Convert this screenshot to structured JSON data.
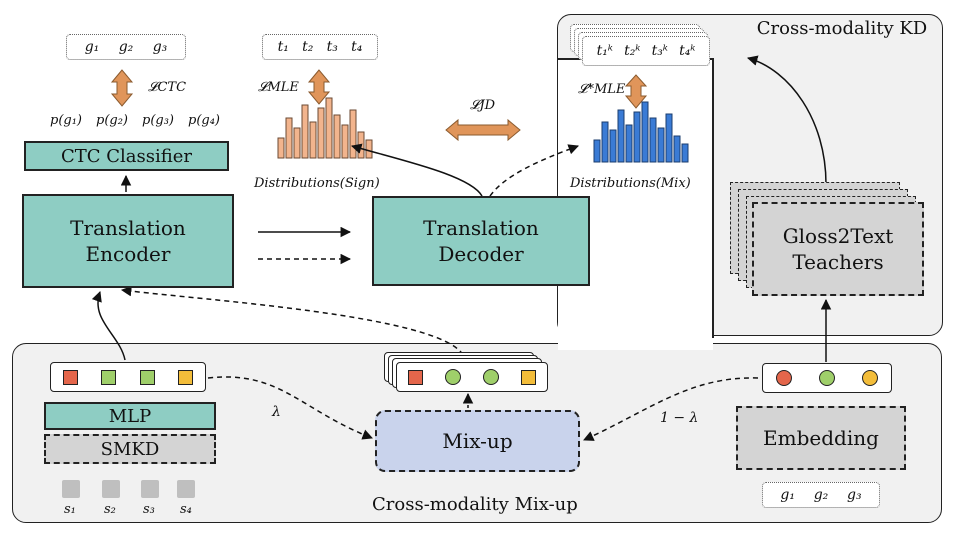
{
  "cross_modality_kd": {
    "title": "Cross-modality KD",
    "teacher_outputs": [
      "t₁ᵏ",
      "t₂ᵏ",
      "t₃ᵏ",
      "t₄ᵏ"
    ]
  },
  "gloss_tokens_top": [
    "g₁",
    "g₂",
    "g₃"
  ],
  "text_tokens_top": [
    "t₁",
    "t₂",
    "t₃",
    "t₄"
  ],
  "loss_ctc": "𝓛CTC",
  "loss_mle": "𝓛MLE",
  "loss_jd": "𝓛JD",
  "loss_mle_star": "𝓛*MLE",
  "probs": [
    "p(g₁)",
    "p(g₂)",
    "p(g₃)",
    "p(g₄)"
  ],
  "ctc_classifier": "CTC Classifier",
  "translation_encoder": [
    "Translation",
    "Encoder"
  ],
  "translation_decoder": [
    "Translation",
    "Decoder"
  ],
  "dist_sign": "Distributions(Sign)",
  "dist_mix": "Distributions(Mix)",
  "gloss2text": [
    "Gloss2Text",
    "Teachers"
  ],
  "mlp": "MLP",
  "smkd": "SMKD",
  "lambda": "λ",
  "one_minus_lambda": "1 − λ",
  "mixup": "Mix-up",
  "embedding": "Embedding",
  "mixup_region_label": "Cross-modality Mix-up",
  "sign_labels": [
    "s₁",
    "s₂",
    "s₃",
    "s₄"
  ],
  "gloss_tokens_bottom": [
    "g₁",
    "g₂",
    "g₃"
  ],
  "colors": {
    "teal": "#8ecdc3",
    "orange_arrow": "#e0955a",
    "sign_bars": "#f2b48d",
    "mix_bars": "#3a7bd5",
    "mixup_box": "#c9d3ec",
    "red": "#e4664b",
    "green": "#9fcf6a",
    "yellow": "#f3bd3a",
    "gray_box": "#d4d4d4"
  }
}
